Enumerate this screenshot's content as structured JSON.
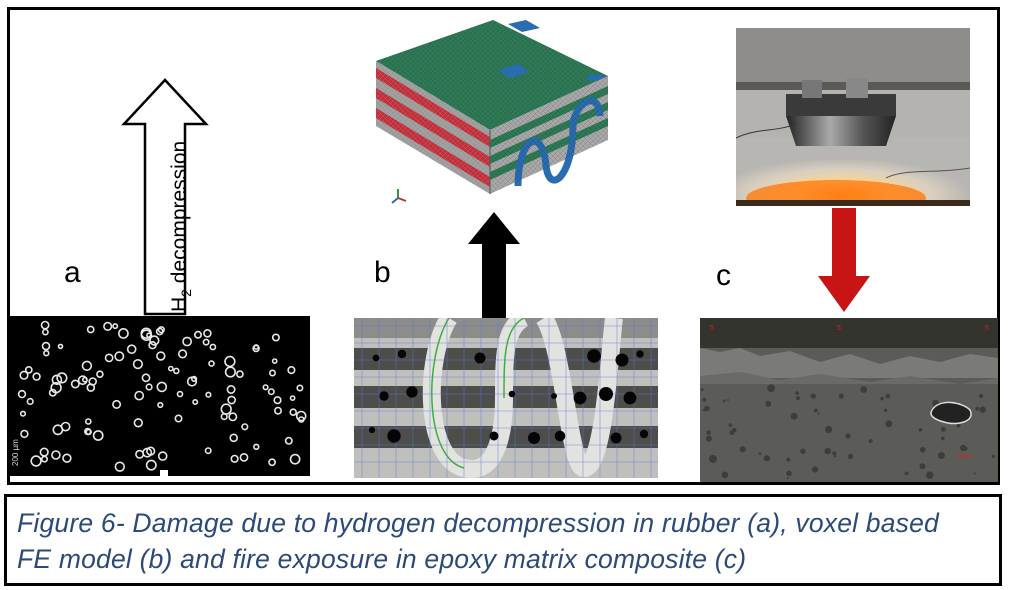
{
  "figure": {
    "caption_line1": "Figure 6- Damage due to hydrogen decompression in rubber (a), voxel based",
    "caption_line2": "FE model (b) and fire exposure in epoxy matrix composite (c)",
    "panel_a_letter": "a",
    "panel_b_letter": "b",
    "panel_c_letter": "c",
    "arrow_label_main": "H",
    "arrow_label_sub": "2",
    "arrow_label_rest": " decompression"
  },
  "colors": {
    "caption_text": "#2b4a7a",
    "model_green": "#2e7a57",
    "model_red": "#c0303a",
    "model_blue": "#2a6cb0",
    "fire_arrow": "#c81414"
  }
}
